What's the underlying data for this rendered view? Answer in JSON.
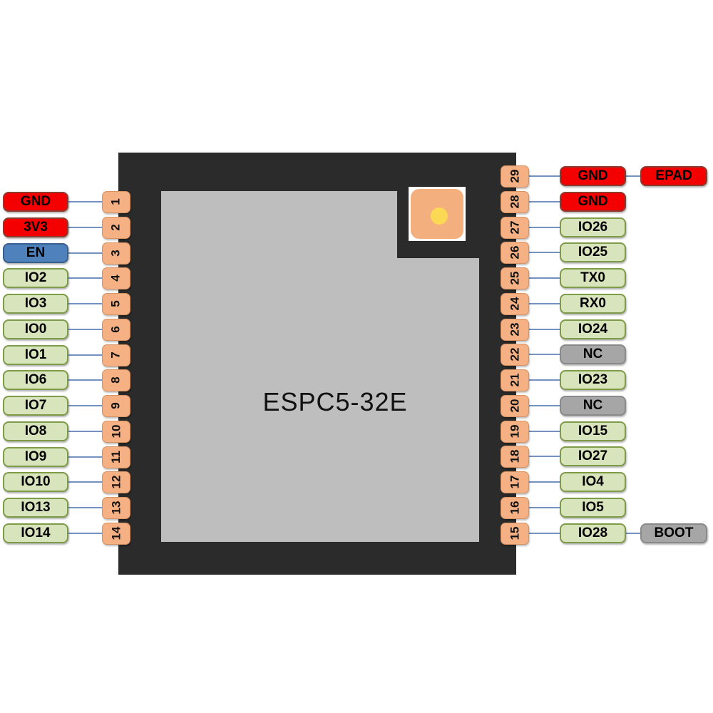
{
  "diagram": {
    "title": "ESPC5-32E",
    "colors": {
      "chip_body": "#2B2B2B",
      "die": "#BEBEBE",
      "pad_fill": "#F5B183",
      "red_fill": "#F40000",
      "red_border": "#8E3B2F",
      "blue_fill": "#4F81BD",
      "blue_border": "#38608F",
      "green_fill": "#D8E4BC",
      "green_border": "#7E9B47",
      "gray_fill": "#A6A6A6",
      "gray_border": "#8A8A8A",
      "wire": "#7591BE",
      "marker_square": "#F4AF7F",
      "marker_dot": "#FBD955"
    },
    "left_pins": [
      {
        "num": "1",
        "label": "GND",
        "type": "red"
      },
      {
        "num": "2",
        "label": "3V3",
        "type": "red"
      },
      {
        "num": "3",
        "label": "EN",
        "type": "blue"
      },
      {
        "num": "4",
        "label": "IO2",
        "type": "green"
      },
      {
        "num": "5",
        "label": "IO3",
        "type": "green"
      },
      {
        "num": "6",
        "label": "IO0",
        "type": "green"
      },
      {
        "num": "7",
        "label": "IO1",
        "type": "green"
      },
      {
        "num": "8",
        "label": "IO6",
        "type": "green"
      },
      {
        "num": "9",
        "label": "IO7",
        "type": "green"
      },
      {
        "num": "10",
        "label": "IO8",
        "type": "green"
      },
      {
        "num": "11",
        "label": "IO9",
        "type": "green"
      },
      {
        "num": "12",
        "label": "IO10",
        "type": "green"
      },
      {
        "num": "13",
        "label": "IO13",
        "type": "green"
      },
      {
        "num": "14",
        "label": "IO14",
        "type": "green"
      }
    ],
    "right_pins": [
      {
        "num": "29",
        "label": "GND",
        "type": "red",
        "extra": "EPAD",
        "extra_type": "red"
      },
      {
        "num": "28",
        "label": "GND",
        "type": "red"
      },
      {
        "num": "27",
        "label": "IO26",
        "type": "green"
      },
      {
        "num": "26",
        "label": "IO25",
        "type": "green"
      },
      {
        "num": "25",
        "label": "TX0",
        "type": "green"
      },
      {
        "num": "24",
        "label": "RX0",
        "type": "green"
      },
      {
        "num": "23",
        "label": "IO24",
        "type": "green"
      },
      {
        "num": "22",
        "label": "NC",
        "type": "gray"
      },
      {
        "num": "21",
        "label": "IO23",
        "type": "green"
      },
      {
        "num": "20",
        "label": "NC",
        "type": "gray"
      },
      {
        "num": "19",
        "label": "IO15",
        "type": "green"
      },
      {
        "num": "18",
        "label": "IO27",
        "type": "green"
      },
      {
        "num": "17",
        "label": "IO4",
        "type": "green"
      },
      {
        "num": "16",
        "label": "IO5",
        "type": "green"
      },
      {
        "num": "15",
        "label": "IO28",
        "type": "green",
        "extra": "BOOT",
        "extra_type": "gray"
      }
    ]
  }
}
